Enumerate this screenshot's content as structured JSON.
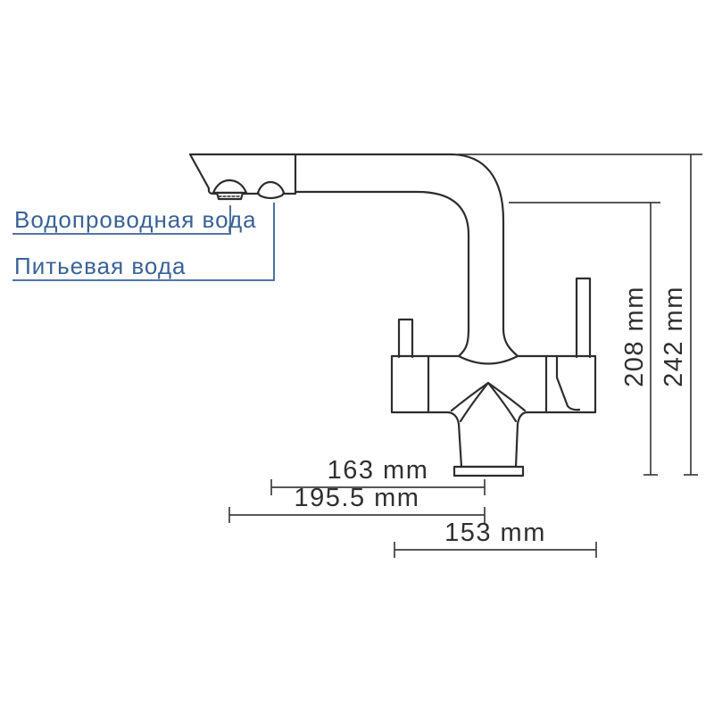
{
  "drawing": {
    "type": "faucet-technical-drawing",
    "labels": {
      "tap_water": "Водопроводная вода",
      "drinking_water": "Питьевая вода"
    },
    "dimensions": {
      "drinking_outlet_reach": "163 mm",
      "tap_outlet_reach": "195.5 mm",
      "body_width": "153 mm",
      "outlet_height": "208 mm",
      "total_height": "242 mm"
    },
    "colors": {
      "outline": "#2d2d2d",
      "dimension_line": "#3f3f3f",
      "label_blue": "#3a6296",
      "background": "#ffffff"
    }
  }
}
